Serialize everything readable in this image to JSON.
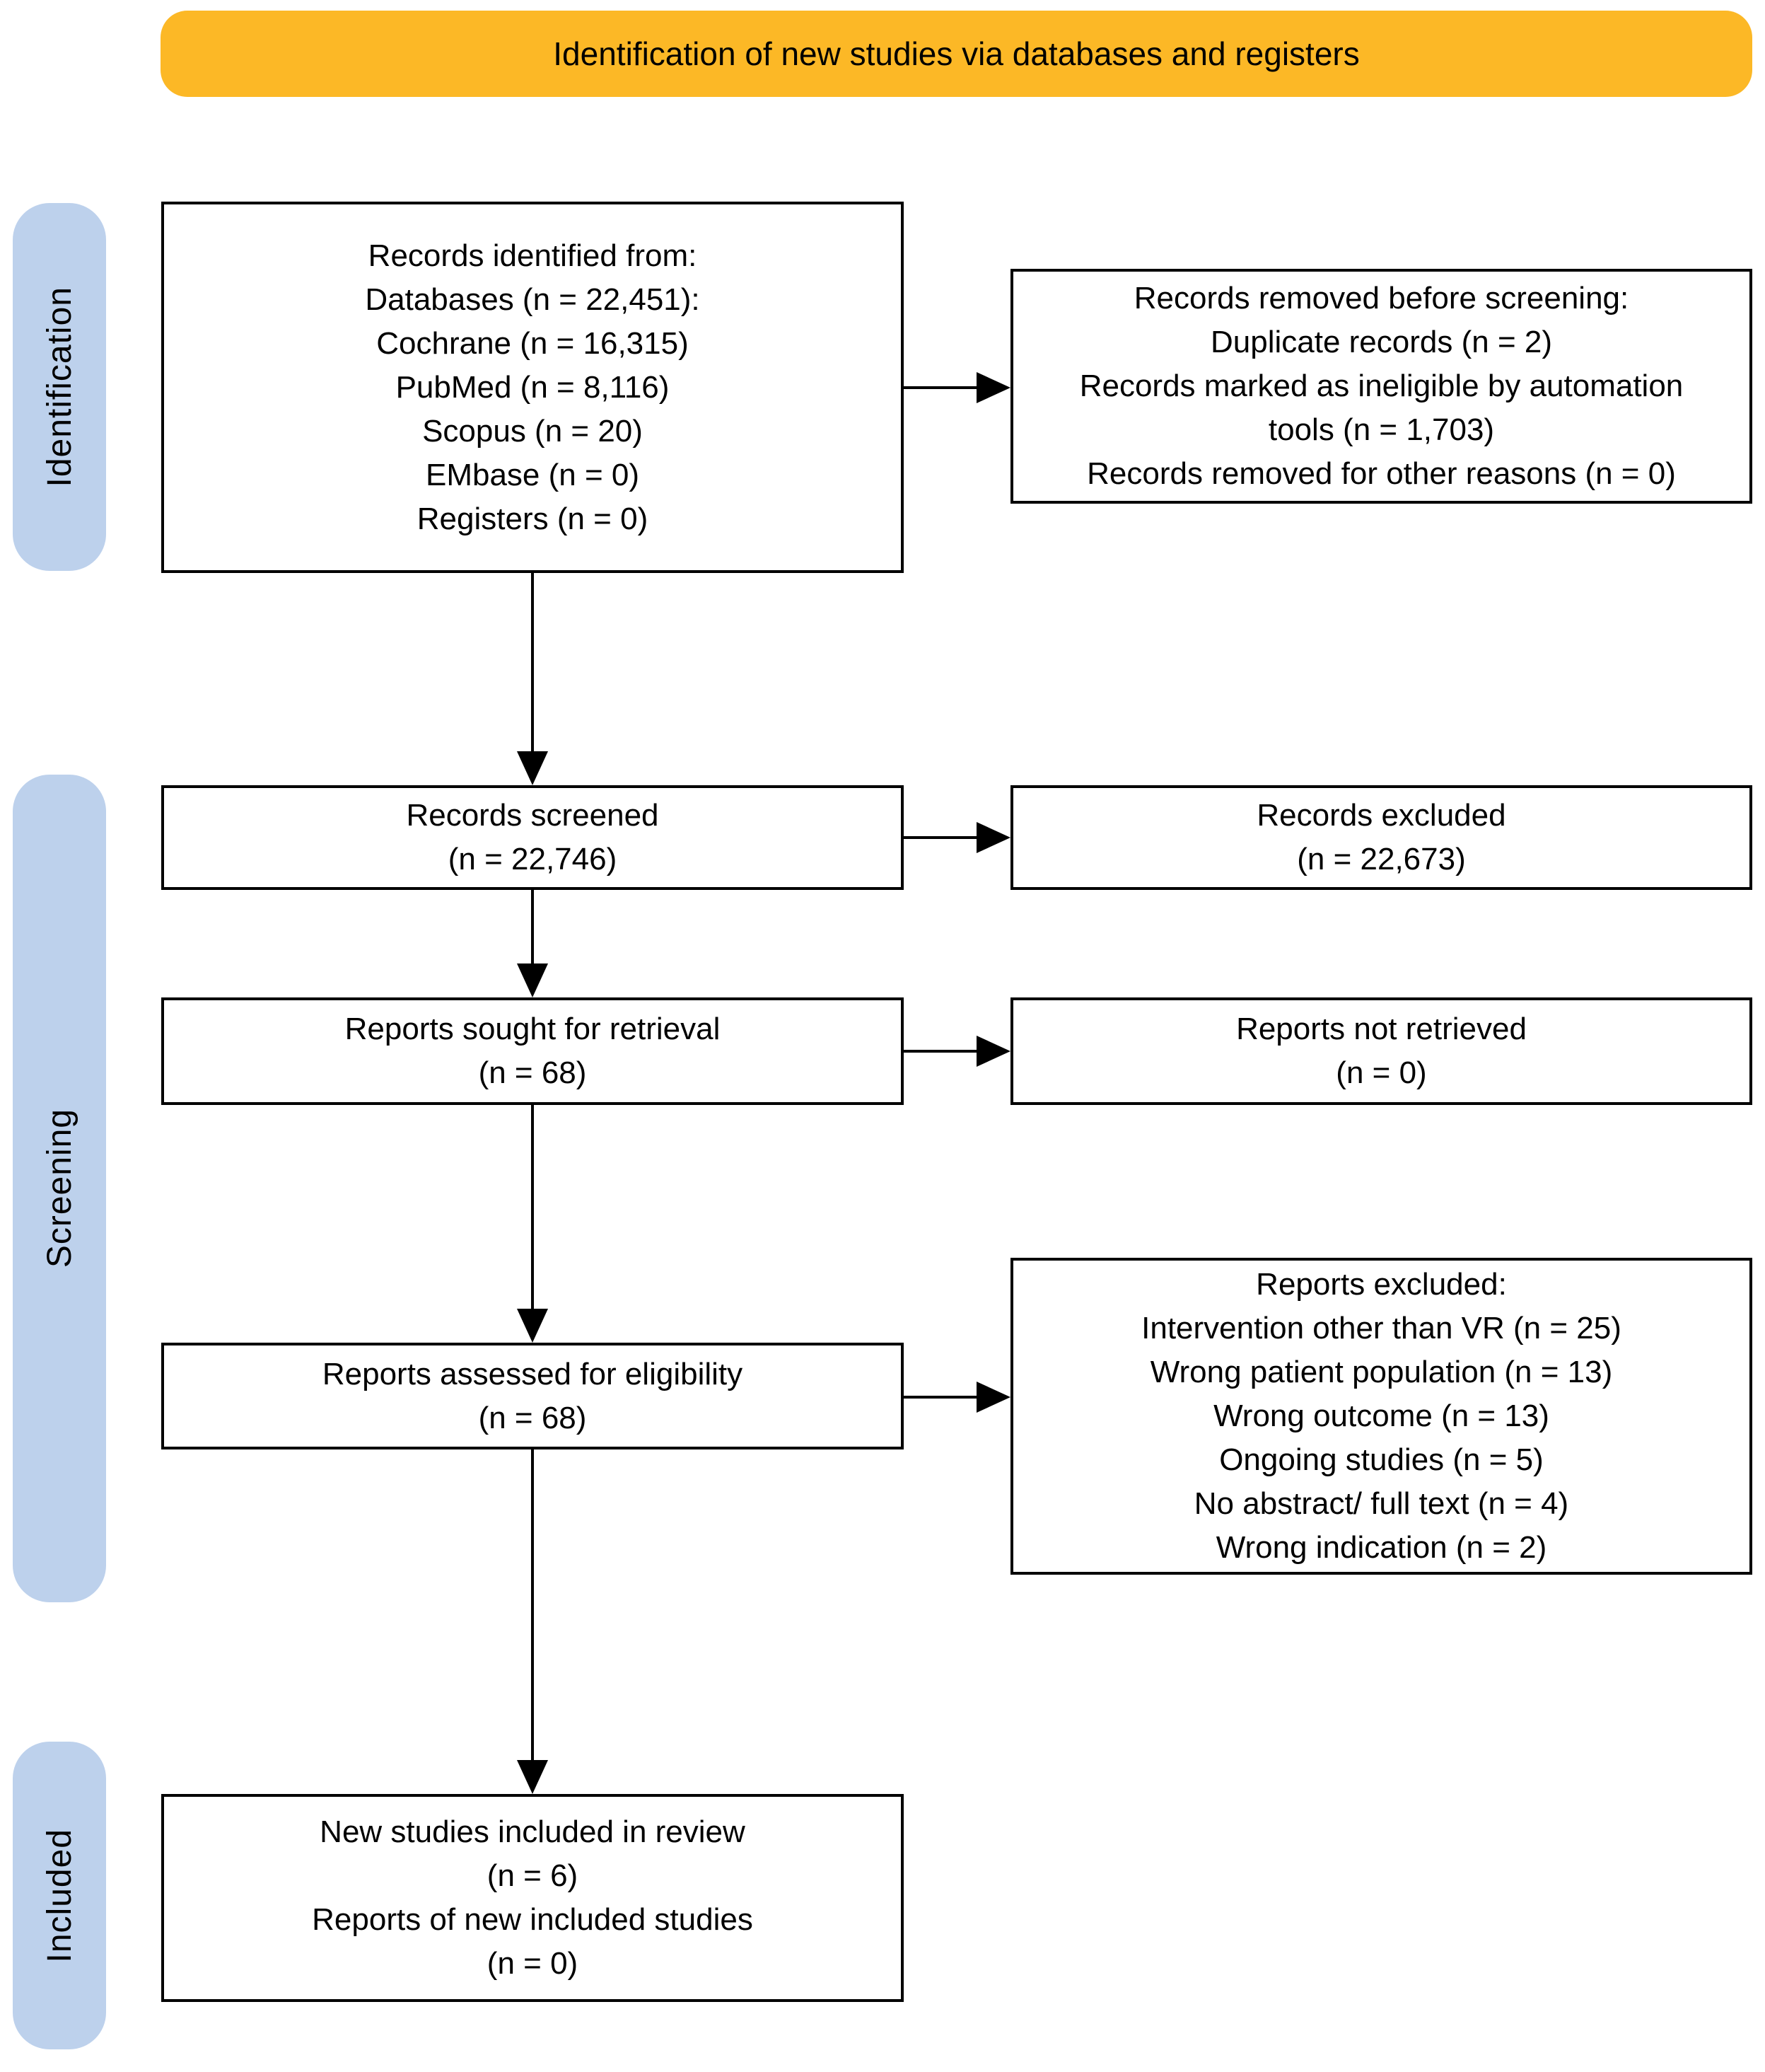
{
  "banner": {
    "label": "Identification of new studies via databases and registers"
  },
  "side_labels": {
    "identification": "Identification",
    "screening": "Screening",
    "included": "Included"
  },
  "boxes": {
    "records_identified": {
      "lines": [
        "Records identified from:",
        "Databases (n = 22,451):",
        "Cochrane (n = 16,315)",
        "PubMed (n = 8,116)",
        "Scopus (n = 20)",
        "EMbase (n = 0)",
        "Registers (n = 0)"
      ]
    },
    "records_removed": {
      "lines": [
        "Records removed before screening:",
        "Duplicate records (n = 2)",
        "Records marked as ineligible by automation",
        "tools (n = 1,703)",
        "Records removed for other reasons (n = 0)"
      ]
    },
    "records_screened": {
      "lines": [
        "Records screened",
        "(n = 22,746)"
      ]
    },
    "records_excluded": {
      "lines": [
        "Records excluded",
        "(n = 22,673)"
      ]
    },
    "reports_sought": {
      "lines": [
        "Reports sought for retrieval",
        "(n = 68)"
      ]
    },
    "reports_not_retrieved": {
      "lines": [
        "Reports not retrieved",
        "(n = 0)"
      ]
    },
    "reports_assessed": {
      "lines": [
        "Reports assessed for eligibility",
        "(n = 68)"
      ]
    },
    "reports_excluded": {
      "lines": [
        "Reports excluded:",
        "Intervention other than VR (n = 25)",
        "Wrong patient population (n = 13)",
        "Wrong outcome (n = 13)",
        "Ongoing studies (n = 5)",
        "No abstract/ full text (n = 4)",
        "Wrong indication (n = 2)"
      ]
    },
    "new_studies_included": {
      "lines": [
        "New studies included in review",
        "(n = 6)",
        "Reports of new included studies",
        "(n = 0)"
      ]
    }
  },
  "colors": {
    "banner_fill": "#FCB826",
    "side_label_fill": "#BDD1EC",
    "box_border": "#000000",
    "arrow": "#000000",
    "background": "#FFFFFF"
  }
}
